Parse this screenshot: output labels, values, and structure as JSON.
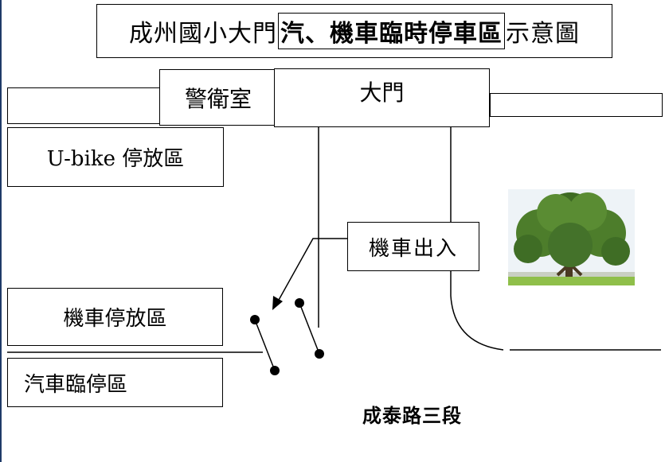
{
  "title": {
    "prefix": "成州國小大門",
    "highlight": "汽、機車臨時停車區",
    "suffix": "示意圖"
  },
  "labels": {
    "guard_room": "警衛室",
    "main_gate": "大門",
    "ubike_area": "U-bike 停放區",
    "motorcycle_entry": "機車出入",
    "motorcycle_parking": "機車停放區",
    "car_temp_parking": "汽車臨停區",
    "road": "成泰路三段"
  }
}
